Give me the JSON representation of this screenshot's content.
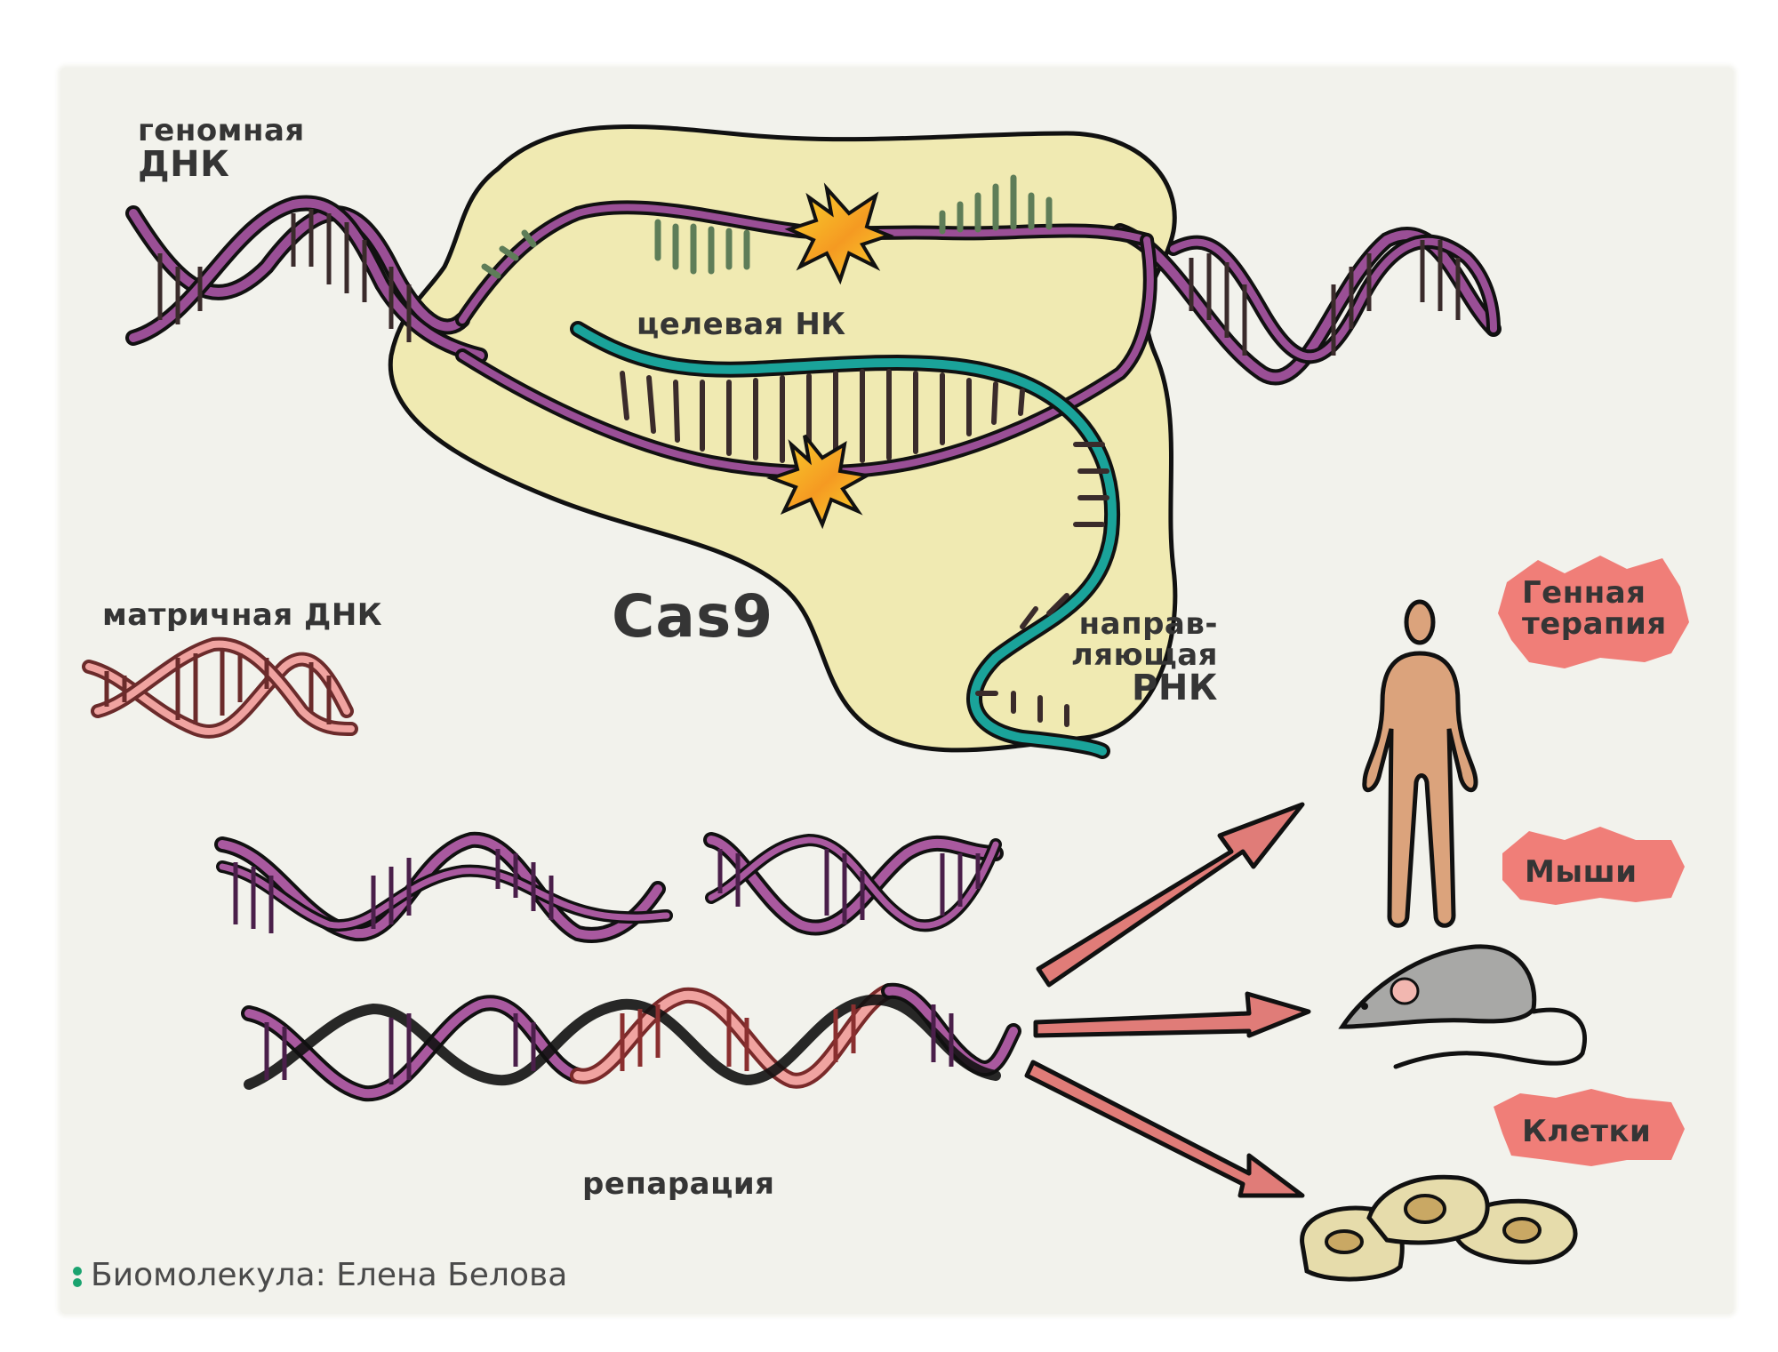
{
  "diagram": {
    "title": "CRISPR/Cas9 genome editing scheme",
    "labels": {
      "genomic_dna": "геномная\nДНК",
      "genomic_dna_line1": "геномная",
      "genomic_dna_line2": "ДНК",
      "target_nk": "целевая НК",
      "template_dna": "матричная ДНК",
      "cas9": "Cas9",
      "guide_rna_line1": "направ-",
      "guide_rna_line2": "ляющая",
      "guide_rna_line3": "РНК",
      "repair": "репарация"
    },
    "applications": [
      {
        "label_line1": "Генная",
        "label_line2": "терапия",
        "icon": "human-figure-icon"
      },
      {
        "label_line1": "Мыши",
        "label_line2": "",
        "icon": "mouse-icon"
      },
      {
        "label_line1": "Клетки",
        "label_line2": "",
        "icon": "cells-icon"
      }
    ],
    "credit": "Биомолекула: Елена Белова",
    "colors": {
      "paper": "#f2f2ec",
      "cas9_fill": "#f0eab2",
      "dna_strand": "#9a4f96",
      "guide_rna": "#1aa39a",
      "template_dna": "#e58a88",
      "arrow": "#e07c78",
      "highlight": "#f07e78",
      "human": "#dba37c",
      "mouse": "#a8a8a6",
      "cells": "#e6dcab",
      "nucleus": "#c9a864",
      "cut_star": "#f7c52a",
      "text": "#353535",
      "credit_dot": "#1aa36f"
    }
  }
}
